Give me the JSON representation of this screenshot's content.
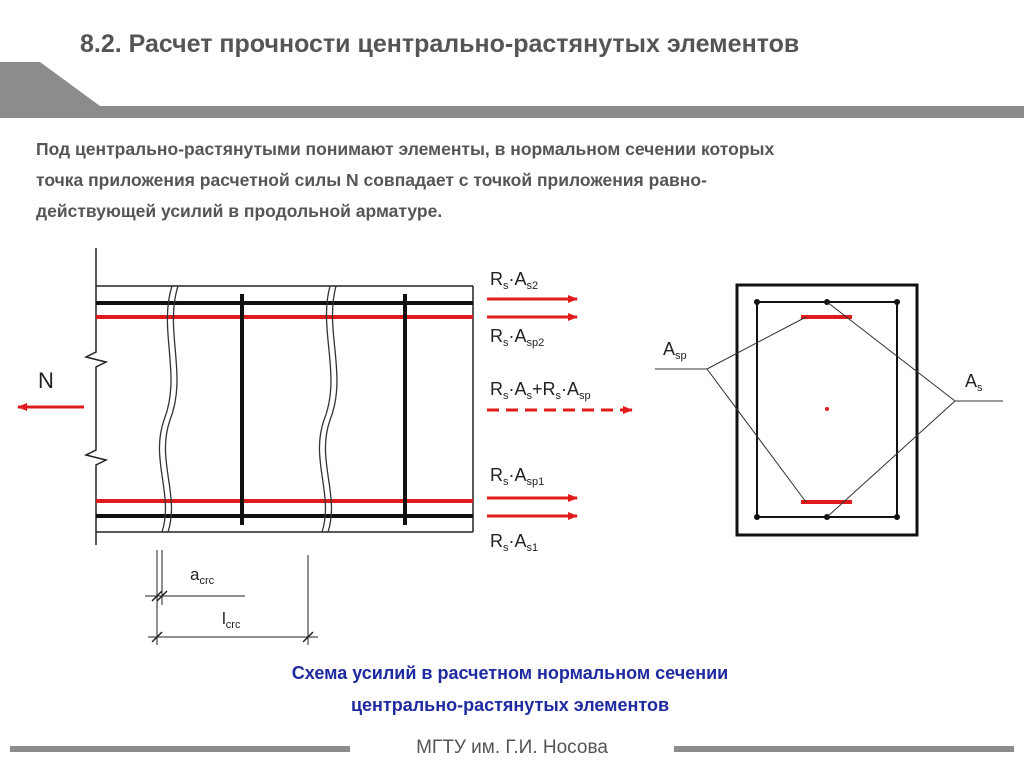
{
  "header": {
    "title": "8.2. Расчет прочности центрально-растянутых элементов"
  },
  "intro": {
    "line1": "Под центрально-растянутыми понимают элементы, в нормальном сечении которых",
    "line2": "точка приложения расчетной силы N совпадает с точкой приложения равно-",
    "line3": "действующей усилий в продольной арматуре."
  },
  "diagram": {
    "label_N": "N",
    "forces": {
      "top_upper": {
        "R": "R",
        "Rsub": "s",
        "A": "A",
        "Asub": "s2"
      },
      "top_lower": {
        "R": "R",
        "Rsub": "s",
        "A": "A",
        "Asub": "sp2"
      },
      "middle": {
        "R1": "R",
        "R1sub": "s",
        "A1": "A",
        "A1sub": "s",
        "plus": "+",
        "R2": "R",
        "R2sub": "s",
        "A2": "A",
        "A2sub": "sp"
      },
      "bottom_upper": {
        "R": "R",
        "Rsub": "s",
        "A": "A",
        "Asub": "sp1"
      },
      "bottom_lower": {
        "R": "R",
        "Rsub": "s",
        "A": "A",
        "Asub": "s1"
      }
    },
    "dims": {
      "a_main": "a",
      "a_sub": "crc",
      "l_main": "l",
      "l_sub": "crc"
    },
    "section_labels": {
      "asp_main": "A",
      "asp_sub": "sp",
      "as_main": "A",
      "as_sub": "s"
    }
  },
  "caption": {
    "line1": "Схема усилий в расчетном нормальном сечении",
    "line2": "центрально-растянутых элементов"
  },
  "footer": {
    "text": "МГТУ им. Г.И. Носова"
  },
  "colors": {
    "accent_red": "#e01b1b",
    "caption_blue": "#1f2aa0",
    "title_gray": "#555555",
    "bar_gray": "#8c8c8c"
  }
}
